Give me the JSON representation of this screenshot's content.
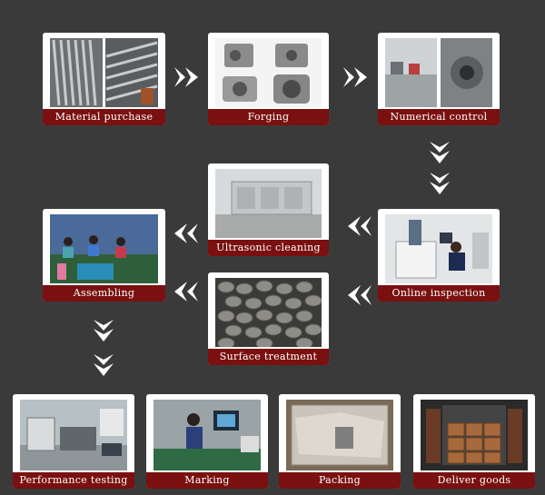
{
  "steps": {
    "material_purchase": "Material purchase",
    "forging": "Forging",
    "numerical_control": "Numerical control",
    "ultrasonic_cleaning": "Ultrasonic cleaning",
    "online_inspection": "Online inspection",
    "assembling": "Assembling",
    "surface_treatment": "Surface treatment",
    "performance_testing": "Performance testing",
    "marking": "Marking",
    "packing": "Packing",
    "deliver_goods": "Deliver goods"
  },
  "colors": {
    "background": "#3a3a3a",
    "label_band": "#7a1010",
    "arrow": "#ffffff"
  }
}
